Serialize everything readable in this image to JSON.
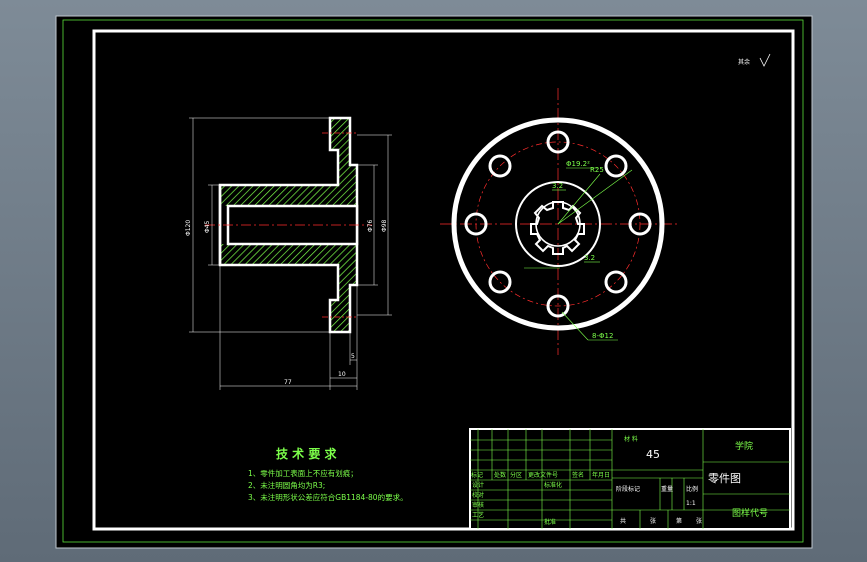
{
  "roughness": "其余",
  "section": {
    "dims": {
      "d120": "Φ120",
      "d45": "Φ45",
      "d98": "Φ98",
      "d76": "Φ76",
      "len77": "77",
      "len10": "10",
      "len5": "5"
    }
  },
  "flange": {
    "dims": {
      "spline": "Φ19.2²",
      "r25": "R25",
      "spline_w": "3.2",
      "key_w": "3.2",
      "holes": "8-Φ12"
    }
  },
  "tech": {
    "title": "技 术 要 求",
    "items": [
      "1、零件加工表面上不应有划痕；",
      "2、未注明圆角均为R3;",
      "3、未注明形状公差应符合GB1184-80的要求。"
    ]
  },
  "title_block": {
    "material_label": "材 料",
    "material": "45",
    "school": "学院",
    "drawing_name": "零件图",
    "drawing_no": "图样代号",
    "rev_headers": [
      "标记",
      "处数",
      "分区",
      "更改文件号",
      "签名",
      "年月日"
    ],
    "roles": [
      "设计",
      "校对",
      "审核",
      "工艺"
    ],
    "std": "标准化",
    "approve": "批准",
    "stage": "阶段标记",
    "weight": "重量",
    "scale": "比例",
    "scale_val": "1:1",
    "sheets": [
      "共",
      "张",
      "第",
      "张"
    ]
  },
  "colors": {
    "paper": "#000000",
    "border": "#ffffff",
    "green": "#7cff4a",
    "center": "#ff2d2d",
    "outer": "#bfc7cf"
  }
}
